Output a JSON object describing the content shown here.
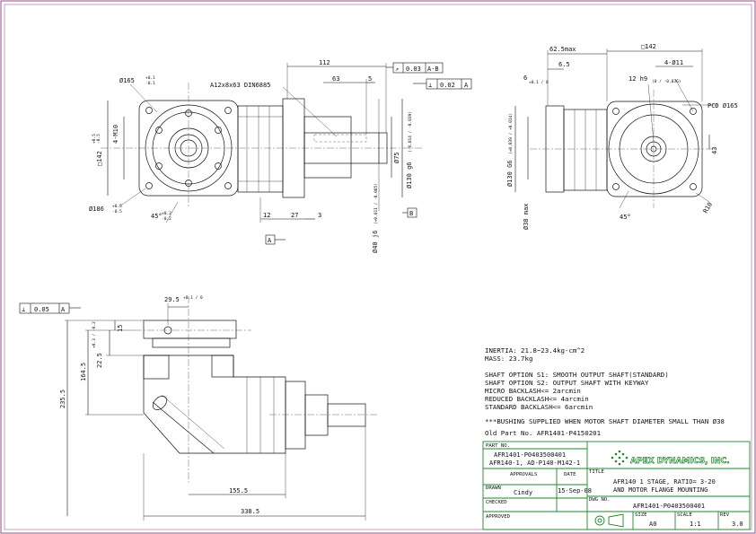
{
  "top_view": {
    "dims": {
      "bolt_circle": "Ø165",
      "bolt_circle_tol_top": "+0.1",
      "bolt_circle_tol_bot": "-0.1",
      "thread": "4-M10",
      "square": "□142",
      "square_tol_top": "+0.5",
      "square_tol_bot": "-0.5",
      "flange_dia": "Ø186",
      "flange_tol_top": "+0.5",
      "flange_tol_bot": "-0.5",
      "angle": "45°",
      "angle_tol_top": "+0.2",
      "angle_tol_bot": "-0.2",
      "key": "A12x8x63 DIN6885",
      "len_112": "112",
      "len_63": "63",
      "len_5": "5",
      "runout": "0.03",
      "runout_ref": "A-B",
      "perp": "0.02",
      "perp_ref": "A",
      "dia_75": "Ø75",
      "dia_130": "Ø130 g6",
      "dia_130_tol": "(-0.014 / -0.039)",
      "dia_40": "Ø40 j6",
      "dia_40_tol": "(+0.011 / -0.005)",
      "len_12": "12",
      "len_27": "27",
      "len_3": "3",
      "datum_a": "A",
      "datum_b": "B"
    }
  },
  "side_view": {
    "dims": {
      "max_62": "62.5max",
      "len_6_5": "6.5",
      "len_6": "6",
      "len_6_tol": "+0.1 / 0",
      "sq_142": "□142",
      "holes": "4-Ø11",
      "key_12": "12 h9",
      "key_12_tol": "(0 / -0.036)",
      "pcd": "PCD Ø165",
      "dia_130_g6": "Ø130 G6",
      "dia_130_tol": "(+0.039 / +0.014)",
      "dia_38": "Ø38 max",
      "angle": "45°",
      "r10": "R10",
      "len_43": "43"
    }
  },
  "front_view": {
    "dims": {
      "perp": "0.05",
      "perp_ref": "A",
      "len_29_5": "29.5",
      "len_29_5_tol": "+0.1 / 0",
      "len_15": "15",
      "len_22_5": "22.5",
      "len_22_5_tol": "+0.3 / -0.2",
      "len_164_5": "164.5",
      "len_235_5": "235.5",
      "len_155_5": "155.5",
      "len_338_5": "338.5"
    }
  },
  "notes": [
    "INERTIA:  21.8~23.4kg-cm^2",
    "MASS: 23.7kg",
    "",
    "SHAFT OPTION S1: SMOOTH OUTPUT SHAFT(STANDARD)",
    "SHAFT OPTION S2: OUTPUT SHAFT WITH KEYWAY",
    "MICRO BACKLASH<= 2arcmin",
    "REDUCED BACKLASH<= 4arcmin",
    "STANDARD BACKLASH<= 6arcmin",
    "",
    "***BUSHING SUPPLIED WHEN MOTOR SHAFT DIAMETER SMALL THAN Ø38",
    "Old Part No. AFR1401-P4150201"
  ],
  "title_block": {
    "part_no_label": "PART NO.",
    "part_no_1": "AFR1401-P0403500401",
    "part_no_2": "AFR140-1, AD-P140-M142-1",
    "approvals_label": "APPROVALS",
    "date_label": "DATE",
    "drawn_label": "DRAWN",
    "drawn_by": "Cindy",
    "drawn_date": "15-Sep-08",
    "checked_label": "CHECKED",
    "approved_label": "APPROVED",
    "company": "APEX DYNAMICS, INC.",
    "title_label": "TITLE",
    "title_1": "AFR140 1 STAGE, RATIO= 3-20",
    "title_2": "AND MOTOR FLANGE MOUNTING",
    "dwg_no_label": "DWG NO.",
    "dwg_no": "AFR1401-P0403500401",
    "size_label": "SIZE",
    "size": "A0",
    "scale_label": "SCALE",
    "scale": "1:1",
    "rev_label": "REV",
    "rev": "3.0",
    "brand_color": "#1a8a2a"
  }
}
